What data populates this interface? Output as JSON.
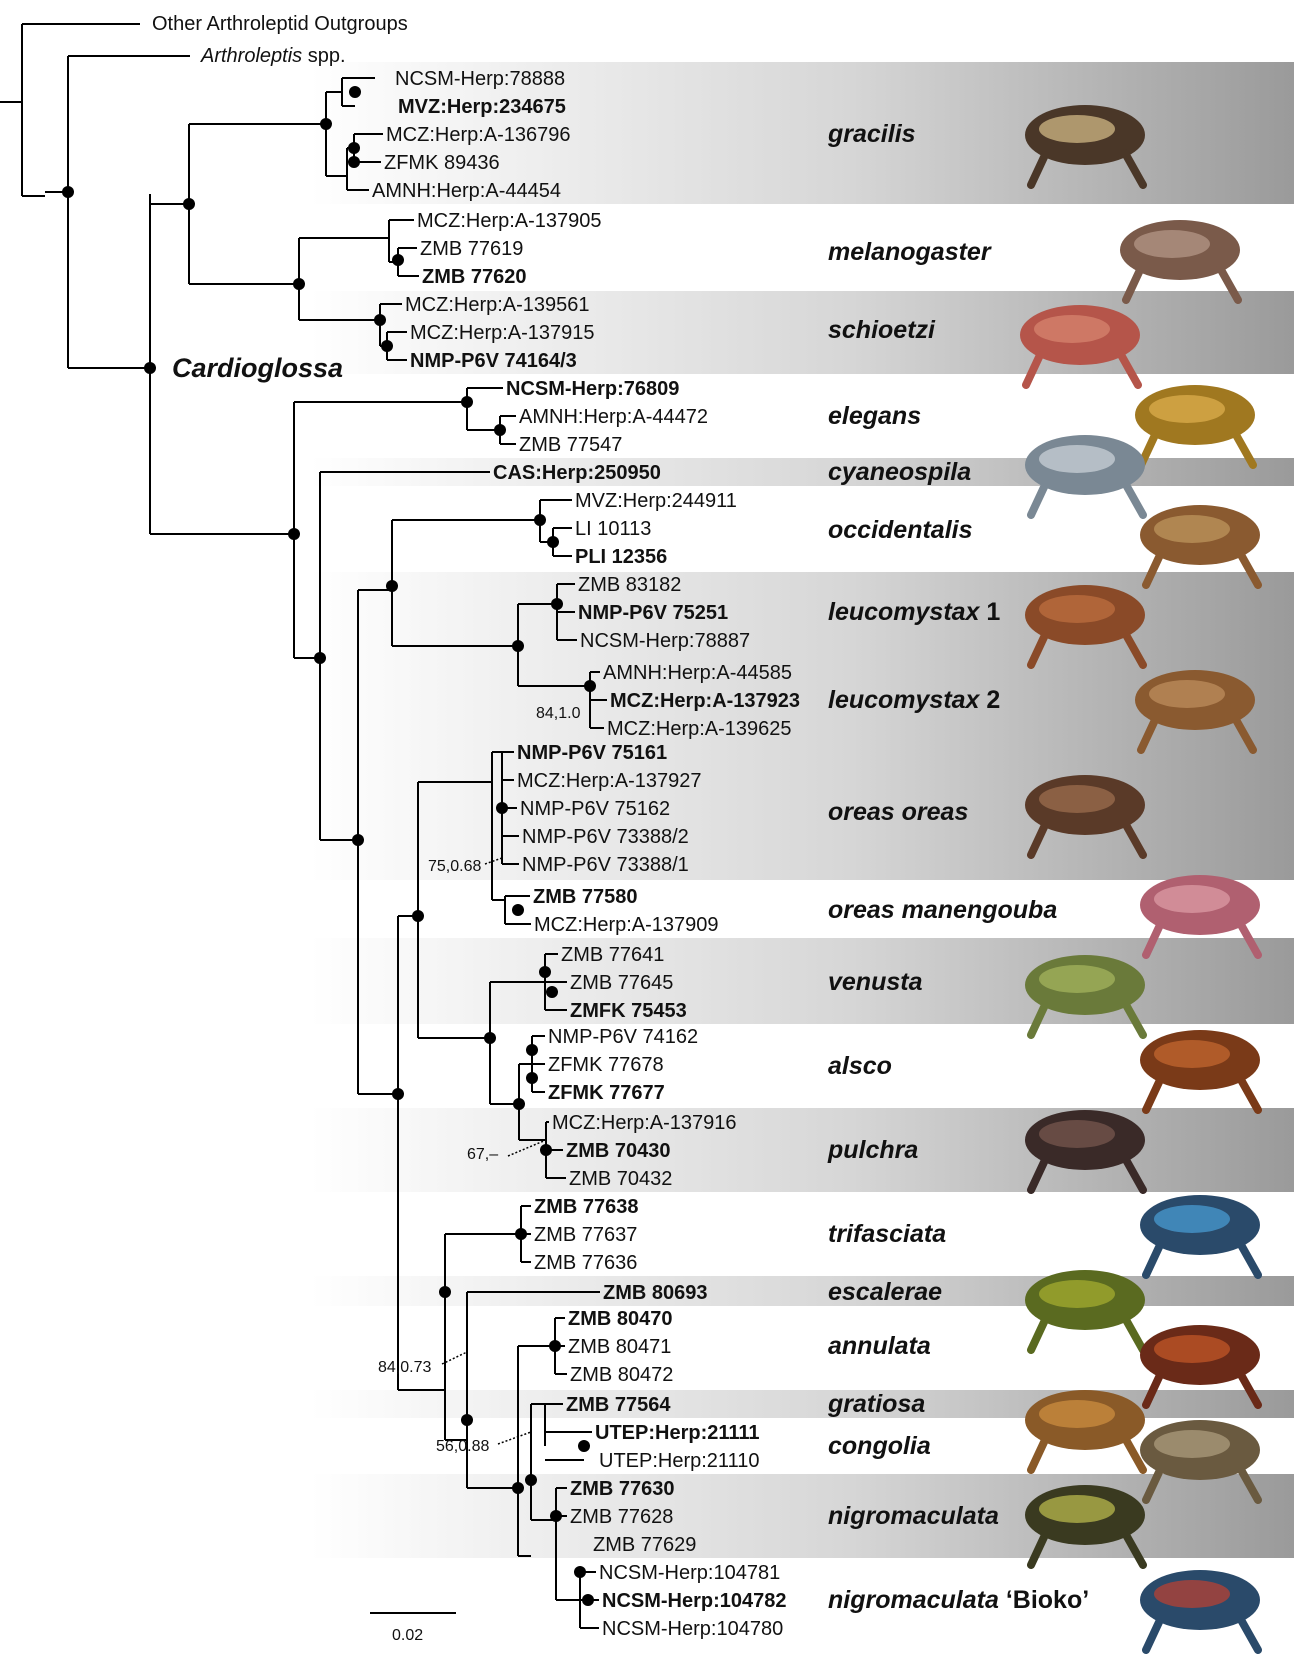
{
  "diagram": {
    "outgroups": [
      "Other Arthroleptid Outgroups",
      "Arthroleptis spp."
    ],
    "genus": "Cardioglossa",
    "support_labels": [
      "84,1.0",
      "75,0.68",
      "67,–",
      "84,0.73",
      "56,0.88"
    ],
    "scale_bar": "0.02",
    "clades": [
      {
        "name": "gracilis",
        "suffix": "",
        "tips": [
          {
            "label": "NCSM-Herp:78888",
            "bold": false
          },
          {
            "label": "MVZ:Herp:234675",
            "bold": true
          },
          {
            "label": "MCZ:Herp:A-136796",
            "bold": false
          },
          {
            "label": "ZFMK 89436",
            "bold": false
          },
          {
            "label": "AMNH:Herp:A-44454",
            "bold": false
          }
        ]
      },
      {
        "name": "melanogaster",
        "suffix": "",
        "tips": [
          {
            "label": "MCZ:Herp:A-137905",
            "bold": false
          },
          {
            "label": "ZMB 77619",
            "bold": false
          },
          {
            "label": "ZMB 77620",
            "bold": true
          }
        ]
      },
      {
        "name": "schioetzi",
        "suffix": "",
        "tips": [
          {
            "label": "MCZ:Herp:A-139561",
            "bold": false
          },
          {
            "label": "MCZ:Herp:A-137915",
            "bold": false
          },
          {
            "label": "NMP-P6V 74164/3",
            "bold": true
          }
        ]
      },
      {
        "name": "elegans",
        "suffix": "",
        "tips": [
          {
            "label": "NCSM-Herp:76809",
            "bold": true
          },
          {
            "label": "AMNH:Herp:A-44472",
            "bold": false
          },
          {
            "label": "ZMB 77547",
            "bold": false
          }
        ]
      },
      {
        "name": "cyaneospila",
        "suffix": "",
        "tips": [
          {
            "label": "CAS:Herp:250950",
            "bold": true
          }
        ]
      },
      {
        "name": "occidentalis",
        "suffix": "",
        "tips": [
          {
            "label": "MVZ:Herp:244911",
            "bold": false
          },
          {
            "label": "LI 10113",
            "bold": false
          },
          {
            "label": "PLI 12356",
            "bold": true
          }
        ]
      },
      {
        "name": "leucomystax",
        "suffix": " 1",
        "tips": [
          {
            "label": "ZMB 83182",
            "bold": false
          },
          {
            "label": "NMP-P6V 75251",
            "bold": true
          },
          {
            "label": "NCSM-Herp:78887",
            "bold": false
          }
        ]
      },
      {
        "name": "leucomystax",
        "suffix": " 2",
        "tips": [
          {
            "label": "AMNH:Herp:A-44585",
            "bold": false
          },
          {
            "label": "MCZ:Herp:A-137923",
            "bold": true
          },
          {
            "label": "MCZ:Herp:A-139625",
            "bold": false
          }
        ]
      },
      {
        "name": "oreas oreas",
        "suffix": "",
        "tips": [
          {
            "label": "NMP-P6V 75161",
            "bold": true
          },
          {
            "label": "MCZ:Herp:A-137927",
            "bold": false
          },
          {
            "label": "NMP-P6V 75162",
            "bold": false
          },
          {
            "label": "NMP-P6V 73388/2",
            "bold": false
          },
          {
            "label": "NMP-P6V 73388/1",
            "bold": false
          }
        ]
      },
      {
        "name": "oreas manengouba",
        "suffix": "",
        "tips": [
          {
            "label": "ZMB 77580",
            "bold": true
          },
          {
            "label": "MCZ:Herp:A-137909",
            "bold": false
          }
        ]
      },
      {
        "name": "venusta",
        "suffix": "",
        "tips": [
          {
            "label": "ZMB 77641",
            "bold": false
          },
          {
            "label": "ZMB 77645",
            "bold": false
          },
          {
            "label": "ZMFK 75453",
            "bold": true
          }
        ]
      },
      {
        "name": "alsco",
        "suffix": "",
        "tips": [
          {
            "label": "NMP-P6V 74162",
            "bold": false
          },
          {
            "label": "ZFMK 77678",
            "bold": false
          },
          {
            "label": "ZFMK 77677",
            "bold": true
          }
        ]
      },
      {
        "name": "pulchra",
        "suffix": "",
        "tips": [
          {
            "label": "MCZ:Herp:A-137916",
            "bold": false
          },
          {
            "label": "ZMB 70430",
            "bold": true
          },
          {
            "label": "ZMB 70432",
            "bold": false
          }
        ]
      },
      {
        "name": "trifasciata",
        "suffix": "",
        "tips": [
          {
            "label": "ZMB 77638",
            "bold": true
          },
          {
            "label": "ZMB 77637",
            "bold": false
          },
          {
            "label": "ZMB 77636",
            "bold": false
          }
        ]
      },
      {
        "name": "escalerae",
        "suffix": "",
        "tips": [
          {
            "label": "ZMB 80693",
            "bold": true
          }
        ]
      },
      {
        "name": "annulata",
        "suffix": "",
        "tips": [
          {
            "label": "ZMB 80470",
            "bold": true
          },
          {
            "label": "ZMB 80471",
            "bold": false
          },
          {
            "label": "ZMB 80472",
            "bold": false
          }
        ]
      },
      {
        "name": "gratiosa",
        "suffix": "",
        "tips": [
          {
            "label": "ZMB 77564",
            "bold": true
          }
        ]
      },
      {
        "name": "congolia",
        "suffix": "",
        "tips": [
          {
            "label": "UTEP:Herp:21111",
            "bold": true
          },
          {
            "label": "UTEP:Herp:21110",
            "bold": false
          }
        ]
      },
      {
        "name": "nigromaculata",
        "suffix": "",
        "tips": [
          {
            "label": "ZMB 77630",
            "bold": true
          },
          {
            "label": "ZMB 77628",
            "bold": false
          },
          {
            "label": "ZMB 77629",
            "bold": false
          }
        ]
      },
      {
        "name": "nigromaculata",
        "suffix": " ‘Bioko’",
        "tips": [
          {
            "label": "NCSM-Herp:104781",
            "bold": false
          },
          {
            "label": "NCSM-Herp:104782",
            "bold": true
          },
          {
            "label": "NCSM-Herp:104780",
            "bold": false
          }
        ]
      }
    ]
  }
}
